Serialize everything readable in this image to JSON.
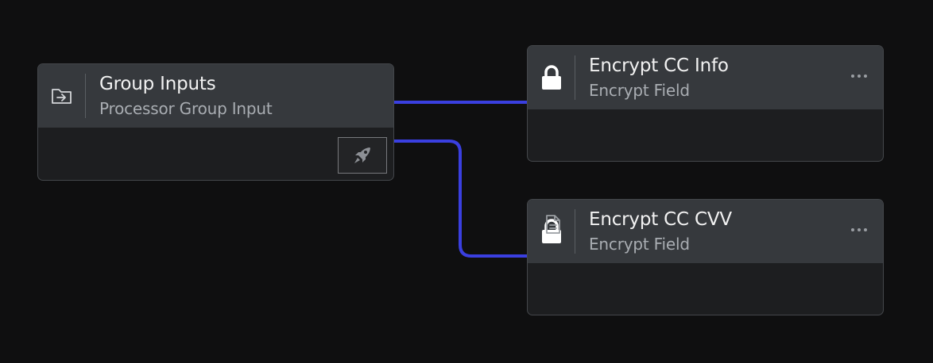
{
  "nodes": {
    "group_inputs": {
      "title": "Group Inputs",
      "subtitle": "Processor Group Input",
      "icon": "folder-arrow-in-icon",
      "action_icon": "rocket-icon"
    },
    "encrypt_cc_info": {
      "title": "Encrypt CC Info",
      "subtitle": "Encrypt Field",
      "icon": "lock-icon",
      "menu_icon": "more-horizontal-icon"
    },
    "encrypt_cc_cvv": {
      "title": "Encrypt CC CVV",
      "subtitle": "Encrypt Field",
      "icon": "lock-icon",
      "menu_icon": "more-horizontal-icon",
      "body_icon": "document-icon"
    }
  },
  "colors": {
    "background": "#0f0f10",
    "node_header": "#36393d",
    "node_body": "#1d1e20",
    "edge": "#3a3fe0"
  }
}
